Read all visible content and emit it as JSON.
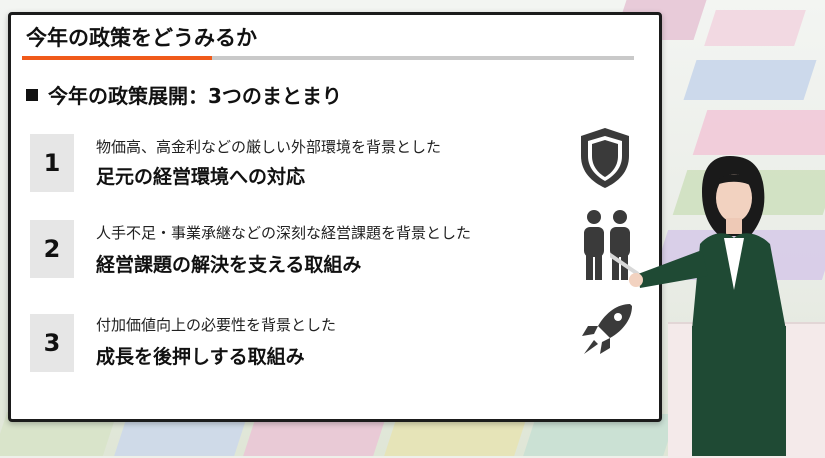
{
  "slide": {
    "title": "今年の政策をどうみるか",
    "section": "今年の政策展開：3つのまとまり",
    "items": [
      {
        "number": "1",
        "sub": "物価高、高金利などの厳しい外部環境を背景とした",
        "main": "足元の経営環境への対応",
        "icon": "shield-icon"
      },
      {
        "number": "2",
        "sub": "人手不足・事業承継などの深刻な経営課題を背景とした",
        "main": "経営課題の解決を支える取組み",
        "icon": "people-icon"
      },
      {
        "number": "3",
        "sub": "付加価値向上の必要性を背景とした",
        "main": "成長を後押しする取組み",
        "icon": "rocket-icon"
      }
    ]
  },
  "colors": {
    "accent": "#f05a1a",
    "icon": "#3a3a3a",
    "number_box": "#e6e6e6",
    "jacket": "#1f4a34"
  }
}
